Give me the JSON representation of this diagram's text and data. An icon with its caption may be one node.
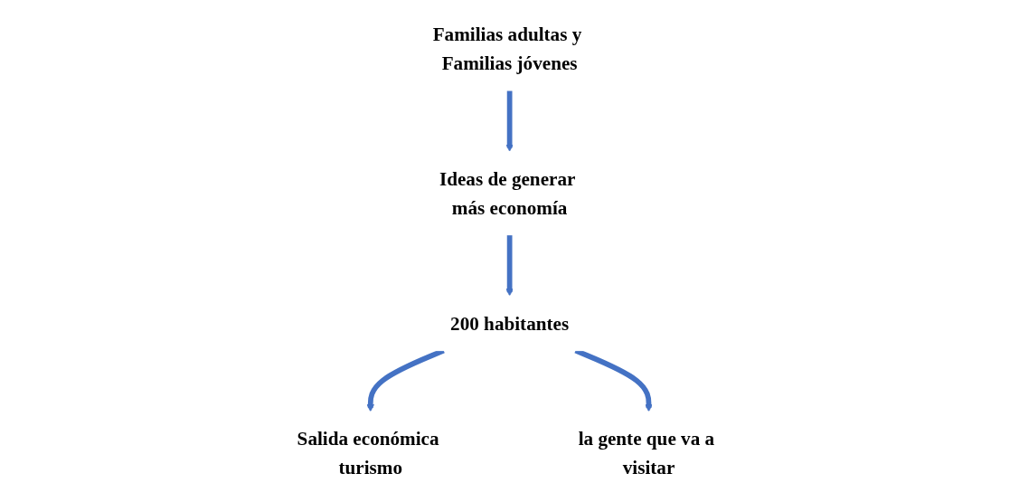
{
  "diagram": {
    "nodes": [
      {
        "text": [
          "Familias adultas y Familias jóvenes"
        ]
      },
      {
        "text": [
          "Ideas de generar más economía"
        ]
      },
      {
        "text": [
          "200 habitantes"
        ]
      },
      {
        "text": [
          "Salida económica turismo"
        ]
      },
      {
        "text": [
          "la gente que va a visitar"
        ]
      }
    ],
    "edges": [
      {
        "from": 0,
        "to": 1,
        "arrow": "to"
      },
      {
        "from": 1,
        "to": 2,
        "arrow": "to"
      },
      {
        "from": 2,
        "to": 3,
        "arrow": "to"
      },
      {
        "from": 2,
        "to": 4,
        "arrow": "to"
      }
    ]
  }
}
